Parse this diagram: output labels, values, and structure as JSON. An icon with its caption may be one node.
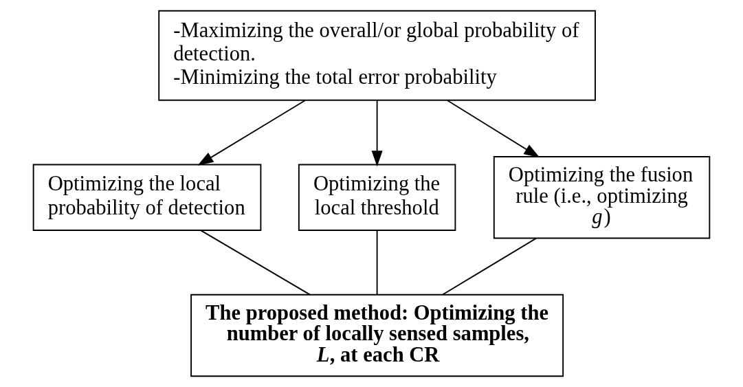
{
  "diagram": {
    "nodes": [
      {
        "text": [
          "-Maximizing the overall/or global probability of detection.",
          "-Minimizing the total error probability"
        ]
      },
      {
        "text": [
          "Optimizing the local probability of detection"
        ]
      },
      {
        "text": [
          "Optimizing the local threshold"
        ]
      },
      {
        "text": [
          "Optimizing the fusion rule (i.e., optimizing *g*)"
        ]
      },
      {
        "text": [
          "The proposed method: Optimizing the number of locally sensed samples, *L*, at each CR"
        ]
      }
    ],
    "edges": [
      {
        "from": 0,
        "to": 1,
        "arrow": "to"
      },
      {
        "from": 0,
        "to": 2,
        "arrow": "to"
      },
      {
        "from": 0,
        "to": 3,
        "arrow": "to"
      },
      {
        "from": 1,
        "to": 4,
        "arrow": "none"
      },
      {
        "from": 2,
        "to": 4,
        "arrow": "none"
      },
      {
        "from": 3,
        "to": 4,
        "arrow": "none"
      }
    ]
  }
}
